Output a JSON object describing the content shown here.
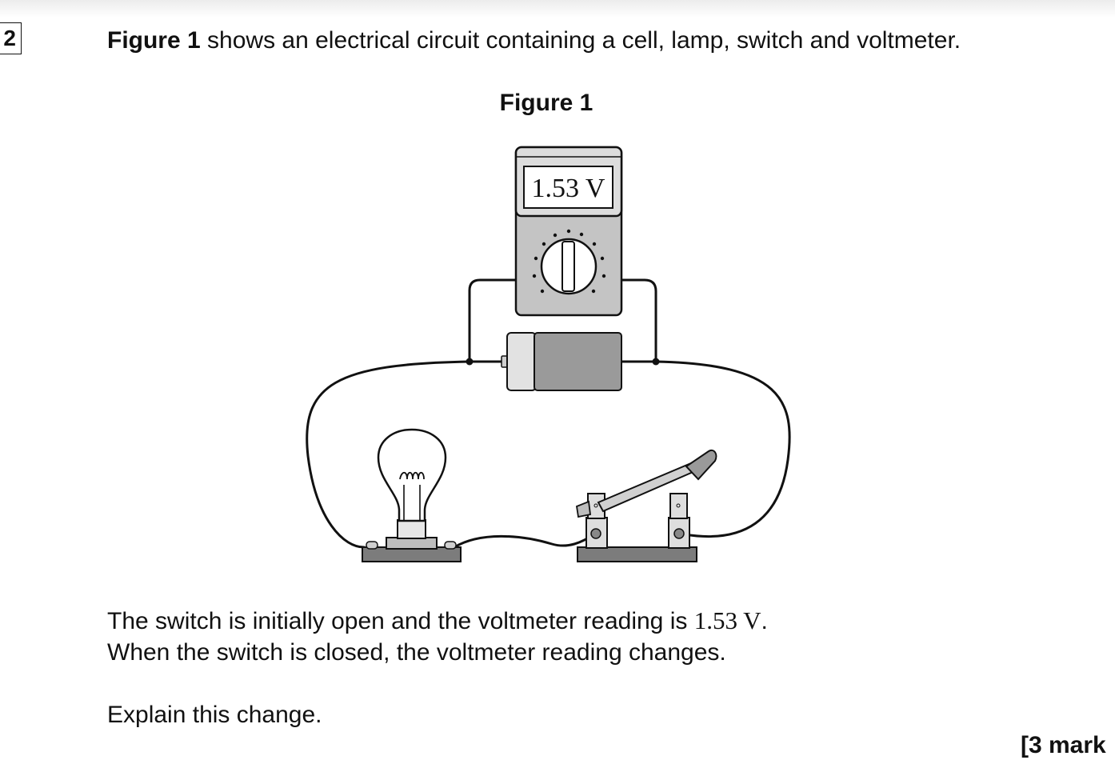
{
  "question": {
    "number": "2",
    "intro_bold": "Figure 1",
    "intro_rest": " shows an electrical circuit containing a cell, lamp, switch and voltmeter."
  },
  "figure": {
    "caption": "Figure 1",
    "voltmeter_display": "1.53 V"
  },
  "body": {
    "line1_text": "The switch is initially open and the voltmeter reading is ",
    "line1_value": "1.53 V",
    "line1_end": ".",
    "line2": "When the switch is closed, the voltmeter reading changes.",
    "line3": "Explain this change."
  },
  "marks": "[3 mark"
}
